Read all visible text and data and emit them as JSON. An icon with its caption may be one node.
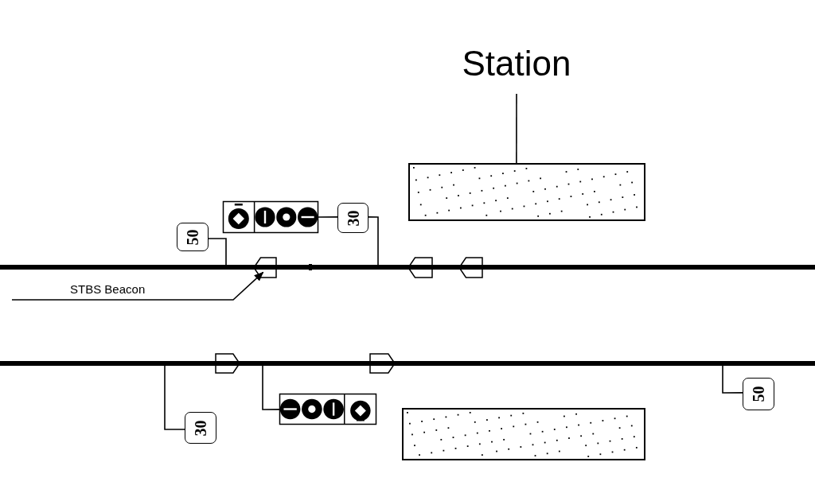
{
  "diagram": {
    "nodes": [
      {
        "text": [
          "Station"
        ]
      },
      {
        "text": [],
        "shape": "box"
      },
      {
        "text": [
          "STBS Beacon"
        ]
      },
      {
        "text": [],
        "shape": "bar"
      },
      {
        "text": [
          "50"
        ]
      },
      {
        "text": [],
        "shape": "signal"
      },
      {
        "text": [
          "30"
        ]
      },
      {
        "text": [],
        "shape": "pentagon"
      },
      {
        "text": [],
        "shape": "pentagon"
      },
      {
        "text": [],
        "shape": "pentagon"
      },
      {
        "text": [],
        "shape": "bar"
      },
      {
        "text": [],
        "shape": "pentagon"
      },
      {
        "text": [],
        "shape": "pentagon"
      },
      {
        "text": [
          "30"
        ]
      },
      {
        "text": [],
        "shape": "signal"
      },
      {
        "text": [
          "50"
        ]
      },
      {
        "text": [],
        "shape": "box"
      }
    ],
    "edges": [
      {
        "from": 0,
        "to": 1,
        "arrow": "none"
      },
      {
        "from": 2,
        "to": 7,
        "arrow": "to"
      },
      {
        "from": 3,
        "to": 4,
        "arrow": "none"
      },
      {
        "from": 5,
        "to": 6,
        "arrow": "none"
      },
      {
        "from": 6,
        "to": 3,
        "arrow": "none"
      },
      {
        "from": 10,
        "to": 13,
        "arrow": "none"
      },
      {
        "from": 10,
        "to": 14,
        "arrow": "none"
      },
      {
        "from": 10,
        "to": 15,
        "arrow": "none"
      }
    ]
  }
}
